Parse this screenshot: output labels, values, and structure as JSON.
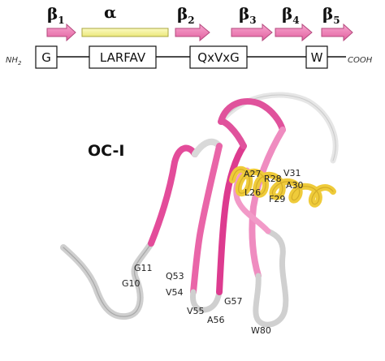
{
  "topology": {
    "elements": [
      {
        "symbol": "β",
        "index": "1"
      },
      {
        "symbol": "α",
        "index": ""
      },
      {
        "symbol": "β",
        "index": "2"
      },
      {
        "symbol": "β",
        "index": "3"
      },
      {
        "symbol": "β",
        "index": "4"
      },
      {
        "symbol": "β",
        "index": "5"
      }
    ],
    "n_terminus": "NH",
    "n_terminus_sub": "2",
    "c_terminus": "COOH",
    "motifs": [
      "G",
      "LARFAV",
      "QxVxG",
      "W"
    ]
  },
  "structure": {
    "title": "OC-I",
    "residues": [
      "A27",
      "R28",
      "V31",
      "L26",
      "A30",
      "F29",
      "G11",
      "G10",
      "Q53",
      "V54",
      "G57",
      "V55",
      "A56",
      "W80"
    ]
  },
  "colors": {
    "strand": "#ee7cb3",
    "helix": "#f7f59a",
    "coil": "#d8d8d8",
    "helix_ribbon": "#eecb3e"
  }
}
